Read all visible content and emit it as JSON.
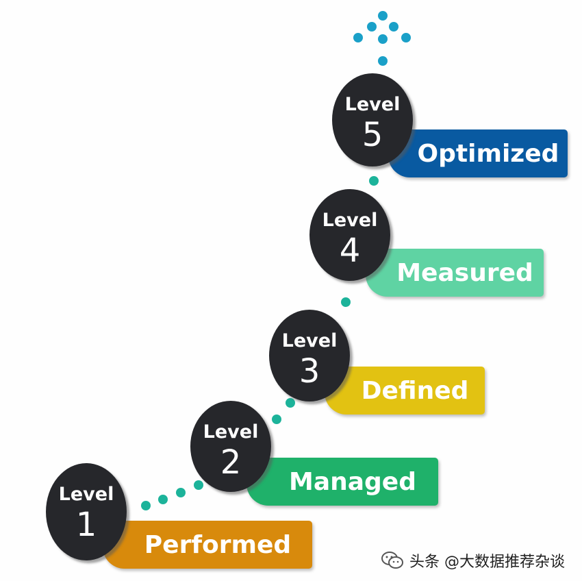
{
  "colors": {
    "dot_teal": "#1cb39a",
    "dot_blue": "#1aa0c8",
    "circle": "#26272b"
  },
  "levels": [
    {
      "label": "Level",
      "number": "1",
      "name": "Performed",
      "color": "#d88a0c"
    },
    {
      "label": "Level",
      "number": "2",
      "name": "Managed",
      "color": "#1fb16a"
    },
    {
      "label": "Level",
      "number": "3",
      "name": "Defined",
      "color": "#e2c212"
    },
    {
      "label": "Level",
      "number": "4",
      "name": "Measured",
      "color": "#5fd3a3"
    },
    {
      "label": "Level",
      "number": "5",
      "name": "Optimized",
      "color": "#095aa1"
    }
  ],
  "watermark": {
    "text": "头条 @大数据推荐杂谈",
    "icon": "wechat-icon"
  }
}
